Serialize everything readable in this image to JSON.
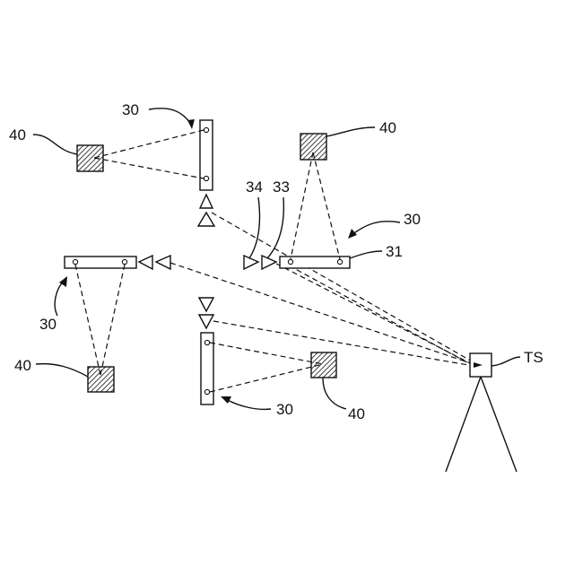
{
  "labels": {
    "target": "40",
    "staff": "30",
    "staff_body": "31",
    "prism_a": "33",
    "prism_b": "34",
    "instrument": "TS"
  }
}
